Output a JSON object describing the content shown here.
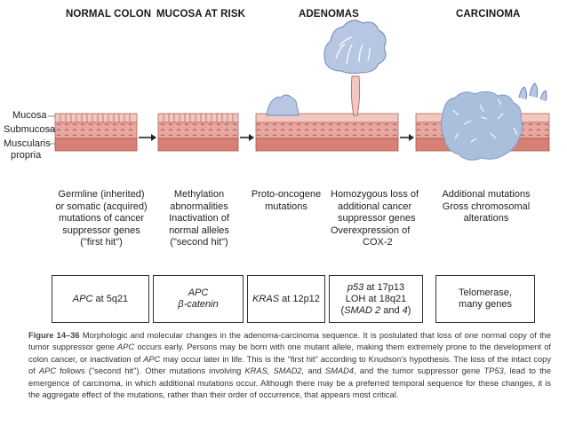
{
  "stages": [
    {
      "key": "normal",
      "header": "NORMAL COLON",
      "description": [
        "Germline (inherited)",
        "or somatic (acquired)",
        "mutations of cancer",
        "suppressor genes",
        "(\"first hit\")"
      ]
    },
    {
      "key": "risk",
      "header": "MUCOSA AT RISK",
      "description": [
        "Methylation",
        "abnormalities",
        "Inactivation of",
        "normal alleles",
        "(\"second hit\")"
      ]
    },
    {
      "key": "adenoma",
      "header": "ADENOMAS",
      "description": [
        "Proto-oncogene",
        "mutations"
      ]
    },
    {
      "key": "adenoma2",
      "header": "",
      "description": [
        "Homozygous loss of",
        "additional cancer",
        "suppressor genes",
        "Overexpression of",
        "COX-2"
      ]
    },
    {
      "key": "carcinoma",
      "header": "CARCINOMA",
      "description": [
        "Additional mutations",
        "Gross chromosomal",
        "alterations"
      ]
    }
  ],
  "layers": [
    "Mucosa",
    "Submucosa",
    "Muscularis",
    "propria"
  ],
  "gene_boxes": [
    {
      "gene": "APC",
      "locus": " at 5q21"
    },
    {
      "line1": "APC",
      "line2": "β-catenin"
    },
    {
      "gene": "KRAS",
      "locus": " at 12p12"
    },
    {
      "line1_gene": "p53",
      "line1_rest": " at 17p13",
      "line2": "LOH at 18q21",
      "line3_open": "(",
      "line3_g1": "SMAD 2",
      "line3_mid": " and ",
      "line3_g2": "4",
      "line3_close": ")"
    },
    {
      "line1": "Telomerase,",
      "line2": "many genes"
    }
  ],
  "caption": {
    "figno": "Figure 14–36",
    "p1": " Morphologic and molecular changes in the adenoma-carcinoma sequence. It is postulated that loss of one normal copy of the tumor suppressor gene ",
    "g1": "APC",
    "p2": " occurs early. Persons may be born with one mutant allele, making them extremely prone to the development of colon cancer, or inactivation of ",
    "g2": "APC",
    "p3": " may occur later in life. This is the \"first hit\" according to Knudson's hypothesis. The loss of the intact copy of ",
    "g3": "APC",
    "p4": " follows (\"second hit\"). Other mutations involving ",
    "g4": "KRAS, SMAD2,",
    "p5": " and ",
    "g5": "SMAD4",
    "p6": ", and the tumor suppressor gene ",
    "g6": "TP53",
    "p7": ", lead to the emergence of carcinoma, in which additional mutations occur. Although there may be a preferred temporal sequence for these changes, it is the aggregate effect of the mutations, rather than their order of occurrence, that appears most critical."
  },
  "colors": {
    "mucosa": "#f2c7bf",
    "submucosa": "#e9a79f",
    "muscle": "#d98074",
    "tumor": "#a9bfdc",
    "tumor_edge": "#7f9bc5"
  }
}
